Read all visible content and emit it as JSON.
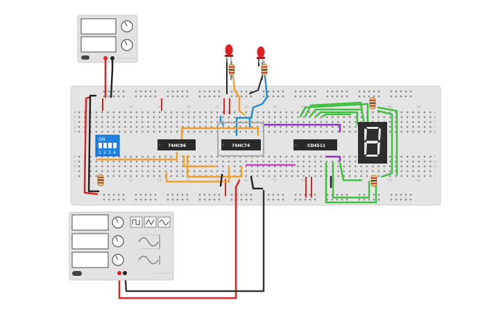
{
  "breadboard": {
    "column_numbers": [
      "5",
      "10",
      "15",
      "20",
      "25",
      "30",
      "35",
      "40",
      "45",
      "50",
      "55",
      "60"
    ],
    "row_letters_top": [
      "A",
      "B",
      "C",
      "D",
      "E"
    ],
    "row_letters_bottom": [
      "F",
      "G",
      "H",
      "I",
      "J"
    ]
  },
  "chips": [
    {
      "label": "74HC86"
    },
    {
      "label": "74HC74"
    },
    {
      "label": "CD4511"
    }
  ],
  "dip_switch": {
    "on_label": "ON",
    "numbers": [
      "1",
      "2",
      "3",
      "4"
    ]
  },
  "seven_segment": {
    "digit": "8"
  },
  "leds": [
    {
      "color": "#e02020"
    },
    {
      "color": "#e02020"
    }
  ],
  "function_generator": {
    "waveform_buttons": [
      "square",
      "triangle",
      "sine"
    ]
  },
  "colors": {
    "breadboard": "#e8e8e8",
    "wire_red": "#e02020",
    "wire_black": "#222222",
    "wire_orange": "#f0a030",
    "wire_green": "#40c040",
    "wire_purple": "#9030c0",
    "wire_blue": "#2090d0",
    "wire_magenta": "#d040d0",
    "chip": "#2a2a2a",
    "dip_blue": "#2080e0"
  }
}
